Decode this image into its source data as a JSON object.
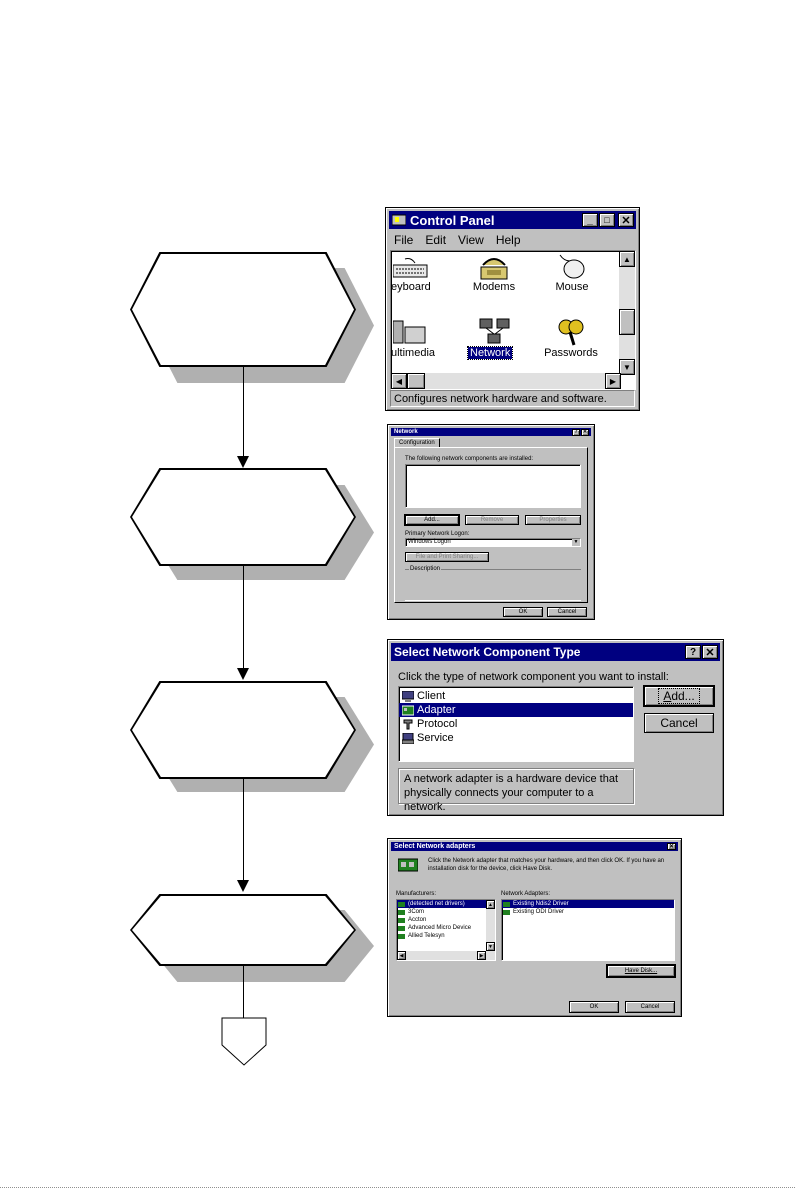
{
  "control_panel": {
    "title": "Control Panel",
    "menu": [
      "File",
      "Edit",
      "View",
      "Help"
    ],
    "icons": [
      "eyboard",
      "Modems",
      "Mouse",
      "ultimedia",
      "Network",
      "Passwords"
    ],
    "status": "Configures network hardware and software."
  },
  "network": {
    "title": "Network",
    "tab": "Configuration",
    "components_label": "The following network components are installed:",
    "add": "Add...",
    "remove": "Remove",
    "properties": "Properties",
    "logon_label": "Primary Network Logon:",
    "logon_value": "Windows Logon",
    "file_print": "File and Print Sharing...",
    "description": "Description",
    "ok": "OK",
    "cancel": "Cancel"
  },
  "component_type": {
    "title": "Select Network Component Type",
    "prompt": "Click the type of network component you want to install:",
    "items": [
      "Client",
      "Adapter",
      "Protocol",
      "Service"
    ],
    "add": "Add...",
    "cancel": "Cancel",
    "description": "A network adapter is a hardware device that physically connects your computer to a network."
  },
  "adapters": {
    "title": "Select Network adapters",
    "instruction": "Click the Network adapter that matches your hardware, and then click OK. If you have an installation disk for the device, click Have Disk.",
    "manufacturers_label": "Manufacturers:",
    "manufacturers": [
      "(detected net drivers)",
      "3Com",
      "Accton",
      "Advanced Micro Device",
      "Allied Telesyn"
    ],
    "adapters_label": "Network Adapters:",
    "adapters": [
      "Existing Ndis2 Driver",
      "Existing ODI Driver"
    ],
    "have_disk": "Have Disk...",
    "ok": "OK",
    "cancel": "Cancel"
  },
  "colors": {
    "titlebar": "#000080",
    "face": "#c0c0c0",
    "shadow": "#b0b0b0"
  }
}
